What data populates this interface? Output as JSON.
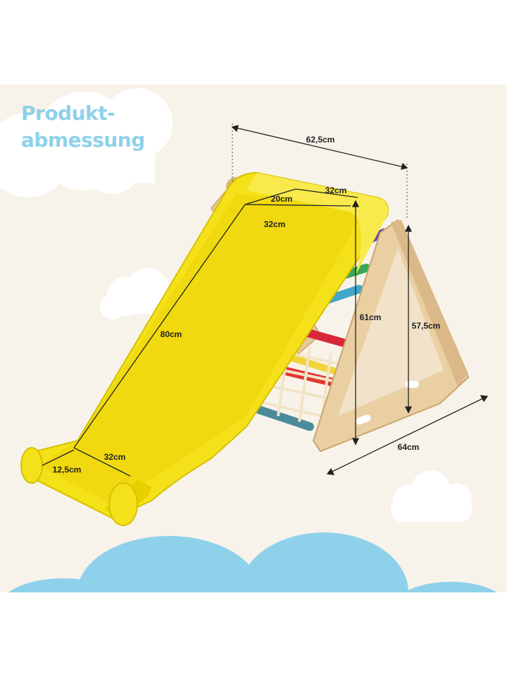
{
  "headline": {
    "line1": "Produkt-",
    "line2": "abmessung"
  },
  "dimensions": {
    "total_length": "62,5cm",
    "top_width_outer": "32cm",
    "top_lip_depth": "20cm",
    "slide_width_top": "32cm",
    "slide_length": "80cm",
    "slide_width_bottom": "32cm",
    "bottom_lip_depth": "12,5cm",
    "slide_height": "61cm",
    "triangle_height": "57,5cm",
    "base_depth": "64cm"
  },
  "colors": {
    "background": "#f8f3ea",
    "headline": "#8fd1ea",
    "slide_yellow": "#f5e11a",
    "cloud_blue": "#8fd1ea",
    "wood": "#e9cfa2"
  }
}
